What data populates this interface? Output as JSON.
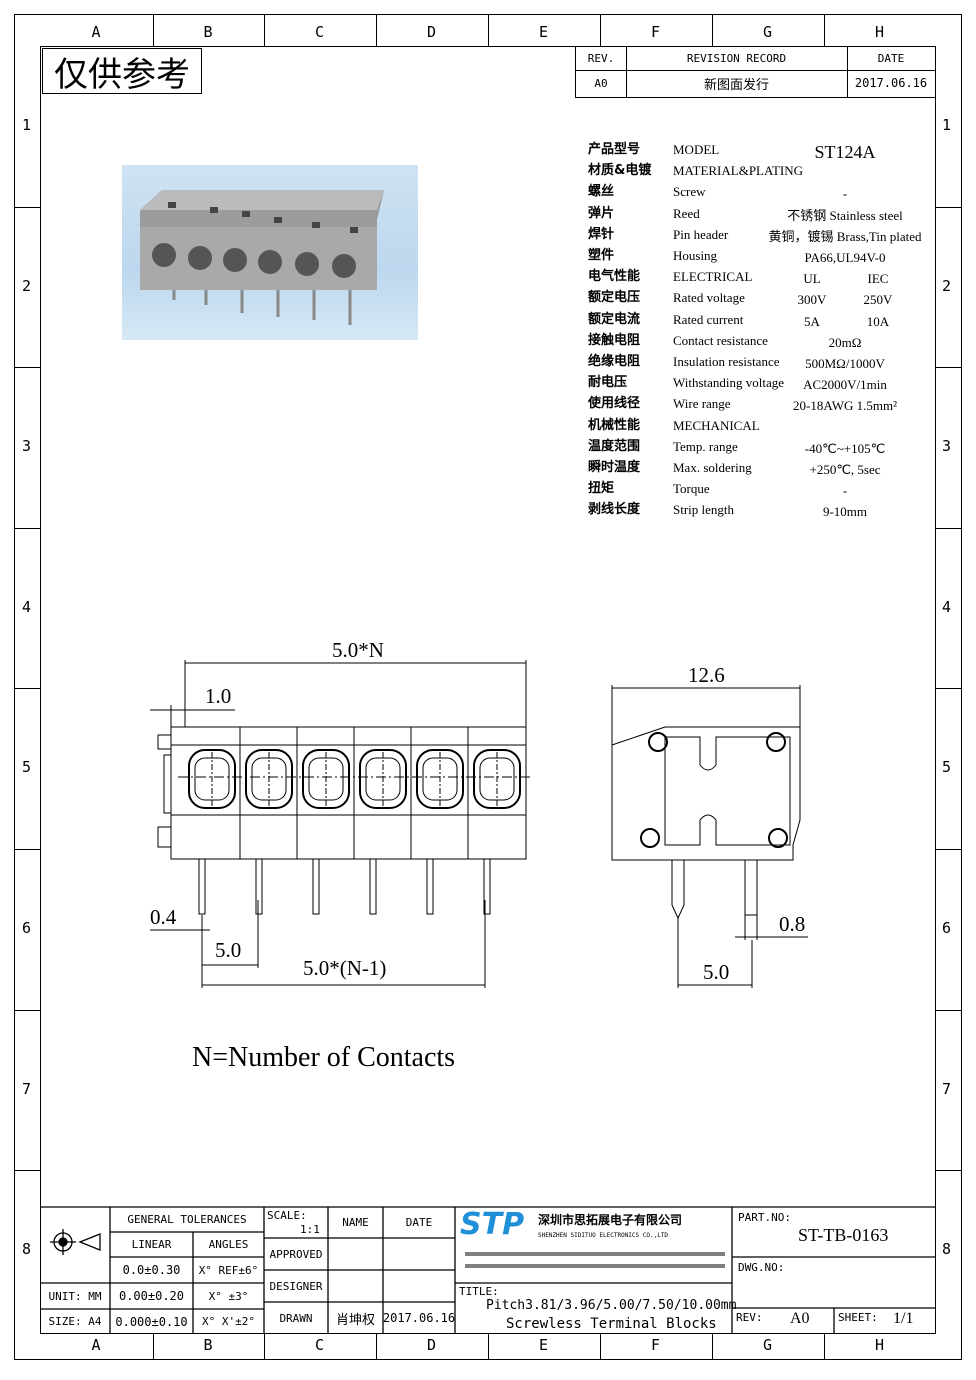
{
  "frame": {
    "columns": [
      "A",
      "B",
      "C",
      "D",
      "E",
      "F",
      "G",
      "H"
    ],
    "rows": [
      "1",
      "2",
      "3",
      "4",
      "5",
      "6",
      "7",
      "8"
    ]
  },
  "stamp": "仅供参考",
  "revision": {
    "headers": [
      "REV.",
      "REVISION RECORD",
      "DATE"
    ],
    "row": [
      "A0",
      "新图面发行",
      "2017.06.16"
    ]
  },
  "specs": [
    {
      "cn": "产品型号",
      "en": "MODEL",
      "v1": "ST124A"
    },
    {
      "cn": "材质&电镀",
      "en": "MATERIAL&PLATING",
      "v1": ""
    },
    {
      "cn": "螺丝",
      "en": "Screw",
      "v1": "-"
    },
    {
      "cn": "弹片",
      "en": "Reed",
      "v1": "不锈钢 Stainless steel"
    },
    {
      "cn": "焊针",
      "en": "Pin header",
      "v1": "黄铜，镀锡 Brass,Tin plated"
    },
    {
      "cn": "塑件",
      "en": "Housing",
      "v1": "PA66,UL94V-0"
    },
    {
      "cn": "电气性能",
      "en": "ELECTRICAL",
      "v1": "UL",
      "v2": "IEC"
    },
    {
      "cn": "额定电压",
      "en": "Rated voltage",
      "v1": "300V",
      "v2": "250V"
    },
    {
      "cn": "额定电流",
      "en": "Rated current",
      "v1": "5A",
      "v2": "10A"
    },
    {
      "cn": "接触电阻",
      "en": "Contact resistance",
      "v1": "20mΩ"
    },
    {
      "cn": "绝缘电阻",
      "en": "Insulation resistance",
      "v1": "500MΩ/1000V"
    },
    {
      "cn": "耐电压",
      "en": "Withstanding voltage",
      "v1": "AC2000V/1min"
    },
    {
      "cn": "使用线径",
      "en": "Wire range",
      "v1": "20-18AWG 1.5mm²"
    },
    {
      "cn": "机械性能",
      "en": "MECHANICAL",
      "v1": ""
    },
    {
      "cn": "温度范围",
      "en": "Temp. range",
      "v1": "-40℃~+105℃"
    },
    {
      "cn": "瞬时温度",
      "en": "Max. soldering",
      "v1": "+250℃, 5sec"
    },
    {
      "cn": "扭矩",
      "en": "Torque",
      "v1": "-"
    },
    {
      "cn": "剥线长度",
      "en": "Strip length",
      "v1": "9-10mm"
    }
  ],
  "dims": {
    "width_n": "5.0*N",
    "offset": "1.0",
    "pin": "0.4",
    "pitch": "5.0",
    "span": "5.0*(N-1)",
    "depth": "12.6",
    "side_pin": "0.8",
    "side_pitch": "5.0"
  },
  "note": "N=Number of Contacts",
  "title_block": {
    "tol_header": "GENERAL TOLERANCES",
    "linear": "LINEAR",
    "angles": "ANGLES",
    "tol_rows": [
      [
        "0.0±0.30",
        "X° REF±6°"
      ],
      [
        "0.00±0.20",
        "X° ±3°"
      ],
      [
        "0.000±0.10",
        "X° X'±2°"
      ]
    ],
    "unit": "UNIT: MM",
    "size": "SIZE: A4",
    "scale_label": "SCALE:",
    "scale": "1:1",
    "name": "NAME",
    "date": "DATE",
    "approved": "APPROVED",
    "designer": "DESIGNER",
    "drawn": "DRAWN",
    "drawn_name": "肖坤权",
    "drawn_date": "2017.06.16",
    "logo": "STP",
    "company_cn": "深圳市思拓展电子有限公司",
    "company_en": "SHENZHEN SIDITUO ELECTRONICS CO.,LTD",
    "title_label": "TITLE:",
    "title1": "Pitch3.81/3.96/5.00/7.50/10.00mm",
    "title2": "Screwless Terminal Blocks",
    "part_label": "PART.NO:",
    "part_no": "ST-TB-0163",
    "dwg_label": "DWG.NO:",
    "rev_label": "REV:",
    "rev": "A0",
    "sheet_label": "SHEET:",
    "sheet": "1/1",
    "brand_color": "#1f8fd8"
  }
}
